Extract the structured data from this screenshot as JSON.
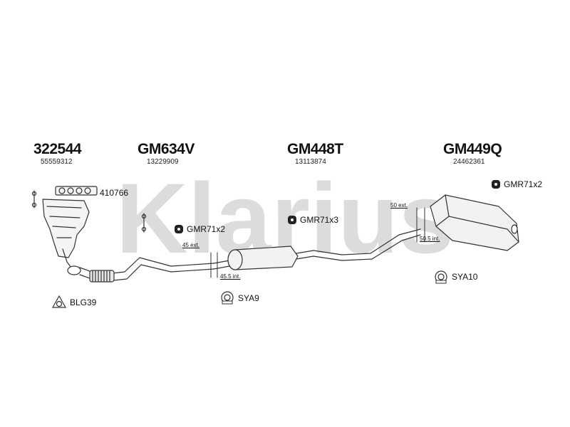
{
  "watermark": {
    "text": "Klarius"
  },
  "parts": [
    {
      "code": "322544",
      "oem": "55559312"
    },
    {
      "code": "GM634V",
      "oem": "13229909"
    },
    {
      "code": "GM448T",
      "oem": "13113874"
    },
    {
      "code": "GM449Q",
      "oem": "24462361"
    }
  ],
  "fittings": {
    "gasket": "410766",
    "mount_front": "GMR71x2",
    "mount_mid": "GMR71x3",
    "mount_rear": "GMR71x2",
    "flange_gasket": "BLG39",
    "clamp_mid": "SYA9",
    "clamp_rear": "SYA10"
  },
  "dimensions": {
    "front_ext": "45 ext.",
    "front_int": "45.5 int.",
    "rear_ext": "50 ext.",
    "rear_int": "50.5 int."
  },
  "colors": {
    "line": "#333333",
    "watermark": "#d9d9d9"
  }
}
